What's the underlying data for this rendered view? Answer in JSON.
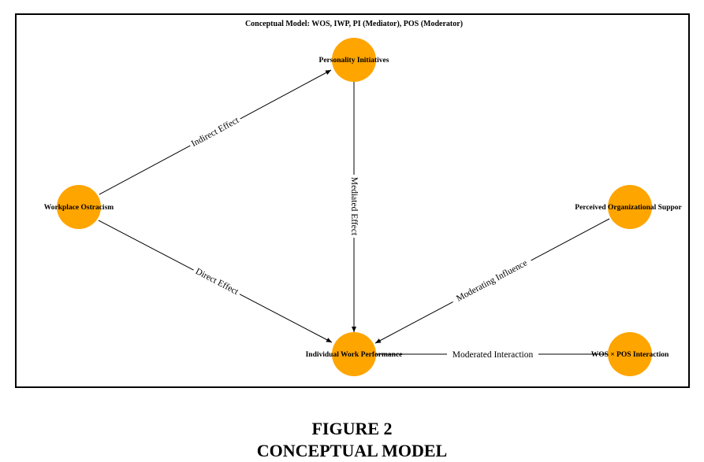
{
  "diagram": {
    "title": "Conceptual Model: WOS, IWP, PI (Mediator), POS (Moderator)",
    "node_color": "#FFA500",
    "nodes": {
      "pi": "Personality Initiatives",
      "wos": "Workplace Ostracism",
      "pos": "Perceived Organizational Suppor",
      "iwp": "Individual Work Performance",
      "interaction": "WOS × POS Interaction"
    },
    "edges": {
      "indirect": "Indirect Effect",
      "mediated": "Mediated Effect",
      "direct": "Direct Effect",
      "moderating": "Moderating Influence",
      "moderated": "Moderated Interaction"
    }
  },
  "caption": {
    "line1": "FIGURE 2",
    "line2": "CONCEPTUAL MODEL"
  }
}
